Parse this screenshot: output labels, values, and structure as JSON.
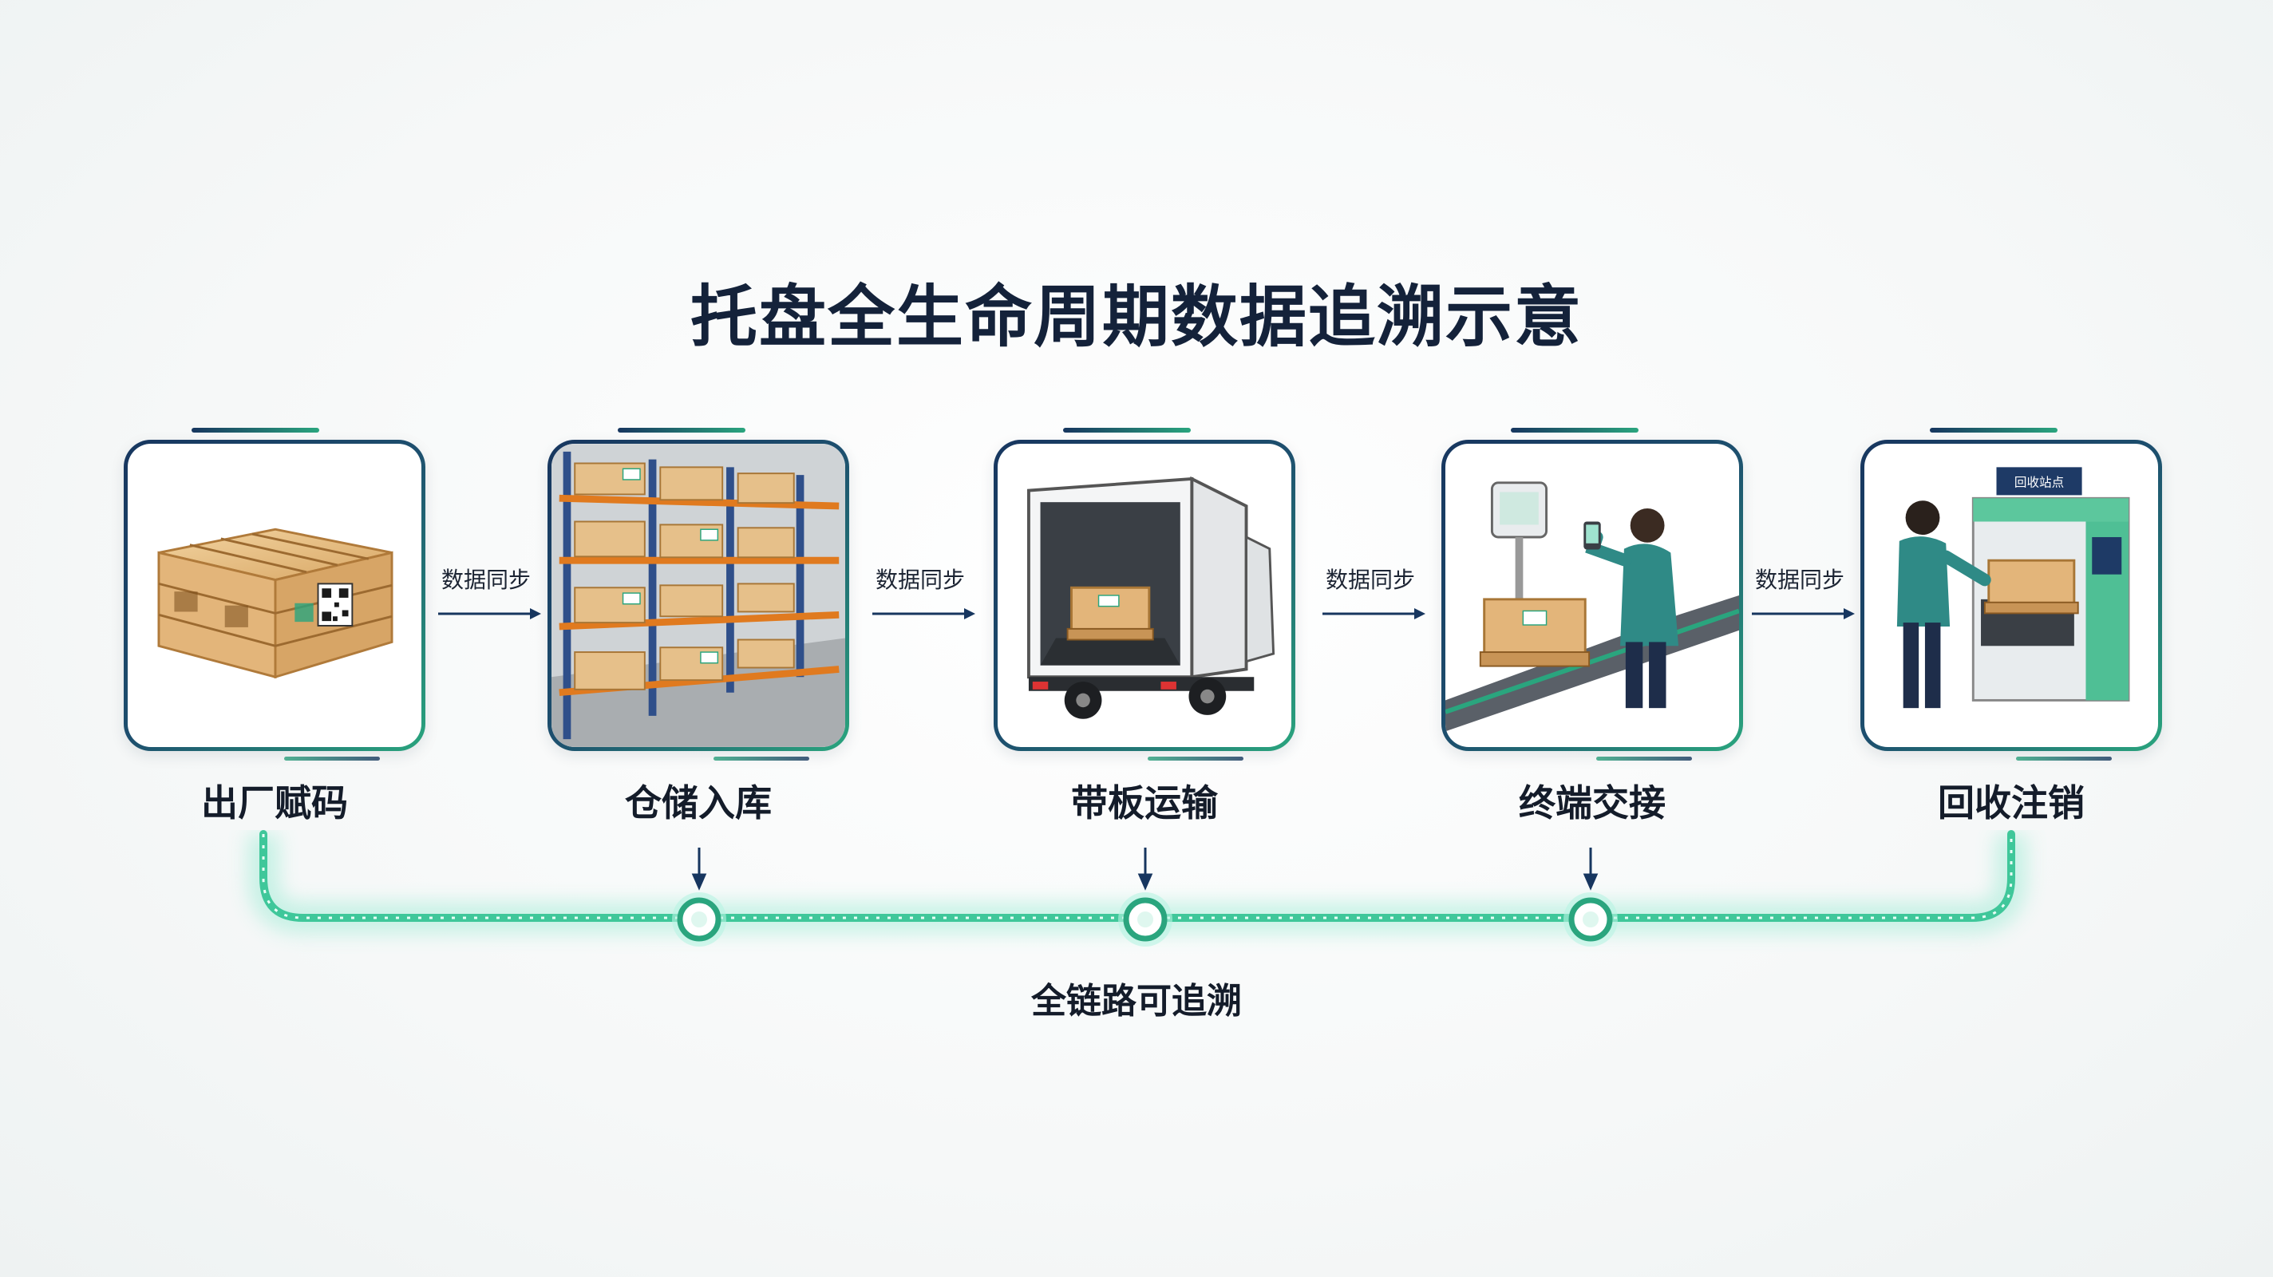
{
  "title": "托盘全生命周期数据追溯示意",
  "stages": [
    {
      "label": "出厂赋码",
      "icon": "pallet-qr-icon"
    },
    {
      "label": "仓储入库",
      "icon": "warehouse-racks-icon"
    },
    {
      "label": "带板运输",
      "icon": "truck-icon"
    },
    {
      "label": "终端交接",
      "icon": "scan-handover-icon"
    },
    {
      "label": "回收注销",
      "icon": "recycle-station-icon"
    }
  ],
  "connectors": [
    "数据同步",
    "数据同步",
    "数据同步",
    "数据同步"
  ],
  "station_screen_text": "回收站点",
  "trace_label": "全链路可追溯",
  "colors": {
    "navy": "#17365f",
    "teal": "#2aa57e",
    "glow": "#6fe0c0",
    "text": "#141c2a"
  }
}
